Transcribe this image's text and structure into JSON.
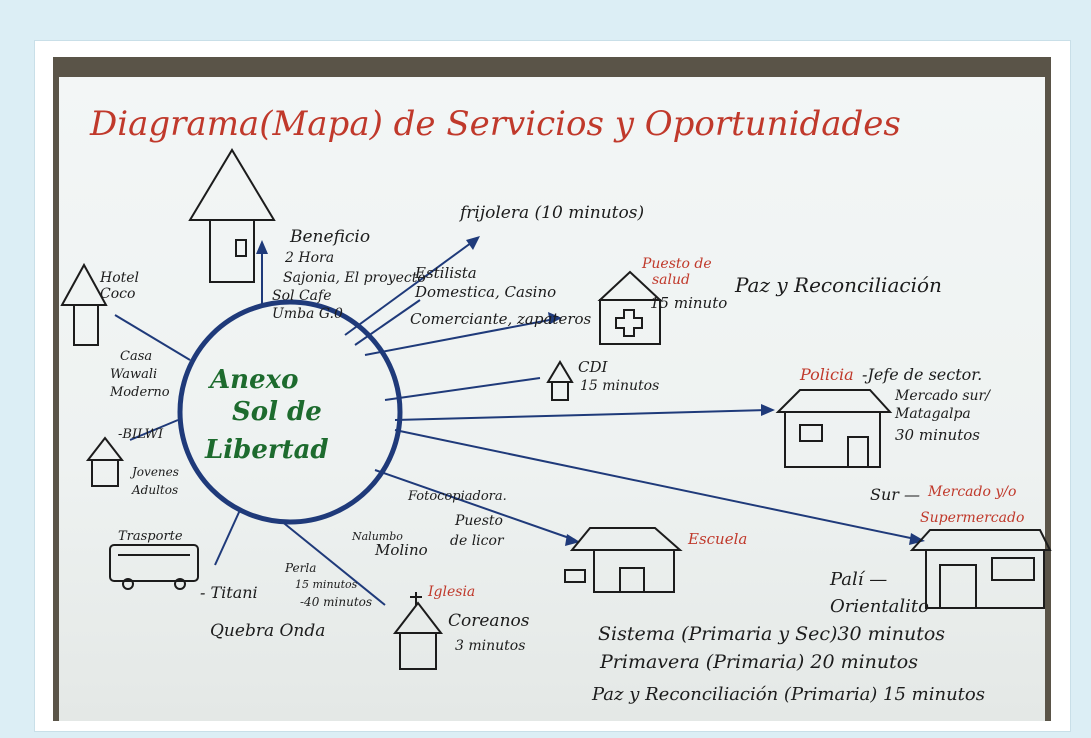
{
  "title": "Diagrama(Mapa) de Servicios y Oportunidades",
  "center": {
    "line1": "Anexo",
    "line2": "Sol de",
    "line3": "Libertad"
  },
  "labels": {
    "frijolera": "frijolera (10 minutos)",
    "beneficio": "Beneficio",
    "beneficio_time": "2 Hora",
    "beneficio_2": "Sajonia, El proyecto",
    "beneficio_3": "Sol Cafe",
    "beneficio_4": "Umba G.0",
    "estilista": "Estilista",
    "domestica": "Domestica, Casino",
    "comerciante": "Comerciante, zapateros",
    "puesto_salud": "Puesto de",
    "puesto_salud_2": "salud",
    "puesto_time": "15 minuto",
    "paz": "Paz y Reconciliación",
    "hotel": "Hotel",
    "hotel_2": "Coco",
    "casa": "Casa",
    "casa_2": "Wawali",
    "casa_3": "Moderno",
    "cdi": "CDI",
    "cdi_time": "15 minutos",
    "policia": "Policia",
    "policia_2": "-Jefe de sector.",
    "policia_3": "Mercado sur/",
    "policia_4": "Matagalpa",
    "policia_5": "30 minutos",
    "bilwi": "-BILWI",
    "jovenes": "Jovenes",
    "adultos": "Adultos",
    "sur": "Sur —",
    "mercado": "Mercado y/o",
    "supermercado": "Supermercado",
    "fotocopiadora": "Fotocopiadora.",
    "puesto_licor": "Puesto",
    "puesto_licor_2": "de licor",
    "escuela": "Escuela",
    "trasporte": "Trasporte",
    "titani": "- Titani",
    "quebra": "Quebra Onda",
    "perla": "Perla",
    "perla_time": "15 minutos",
    "perla_time2": "-40 minutos",
    "molino": "Molino",
    "nalumbo": "Nalumbo",
    "iglesia": "Iglesia",
    "coreanos": "Coreanos",
    "coreanos_time": "3 minutos",
    "pali": "Palí —",
    "orientalito": "Orientalito",
    "sistema": "Sistema (Primaria y Sec)30 minutos",
    "primavera": "Primavera (Primaria) 20 minutos",
    "paz_rec": "Paz y Reconciliación (Primaria) 15 minutos"
  },
  "colors": {
    "red": "#c0392b",
    "navy": "#1f3a7a",
    "green": "#1d6b2e"
  }
}
